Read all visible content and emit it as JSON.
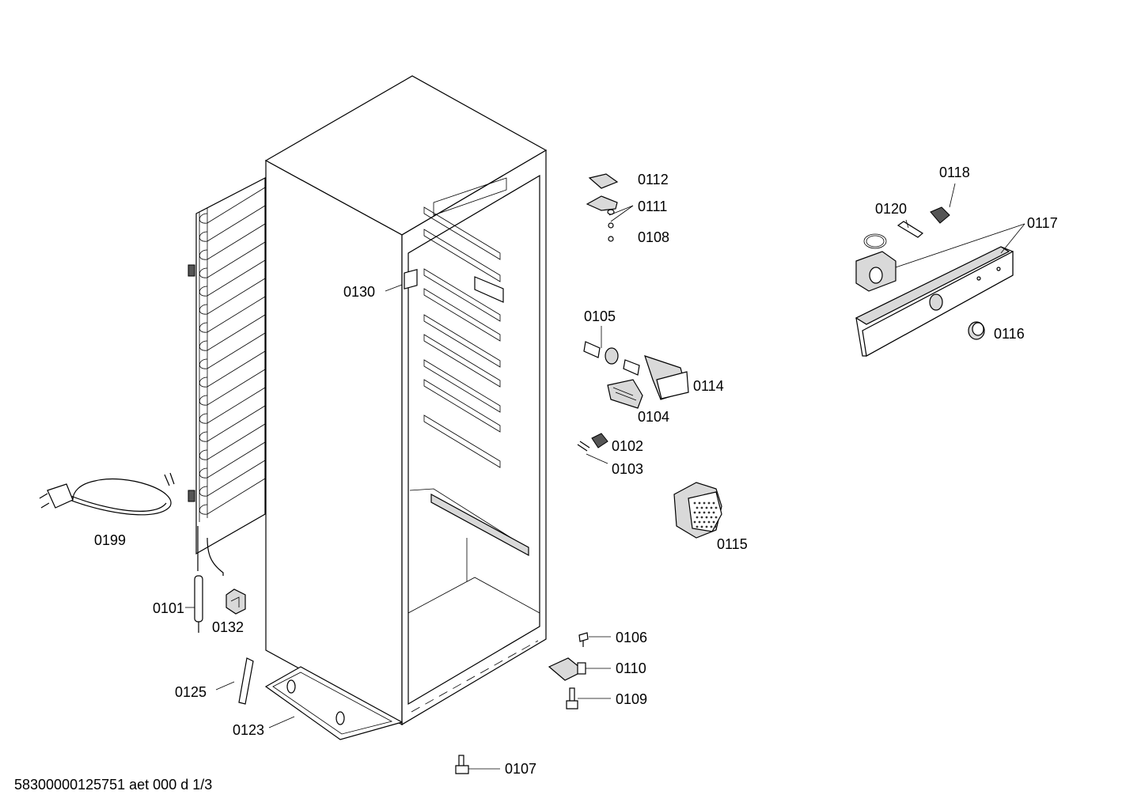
{
  "labels": {
    "p0112": "0112",
    "p0111": "0111",
    "p0108": "0108",
    "p0118": "0118",
    "p0120": "0120",
    "p0117": "0117",
    "p0116": "0116",
    "p0130": "0130",
    "p0105": "0105",
    "p0114": "0114",
    "p0104": "0104",
    "p0102": "0102",
    "p0103": "0103",
    "p0115": "0115",
    "p0199": "0199",
    "p0101": "0101",
    "p0132": "0132",
    "p0106": "0106",
    "p0110": "0110",
    "p0109": "0109",
    "p0125": "0125",
    "p0123": "0123",
    "p0107": "0107"
  },
  "footer": "58300000125751 aet 000 d 1/3"
}
